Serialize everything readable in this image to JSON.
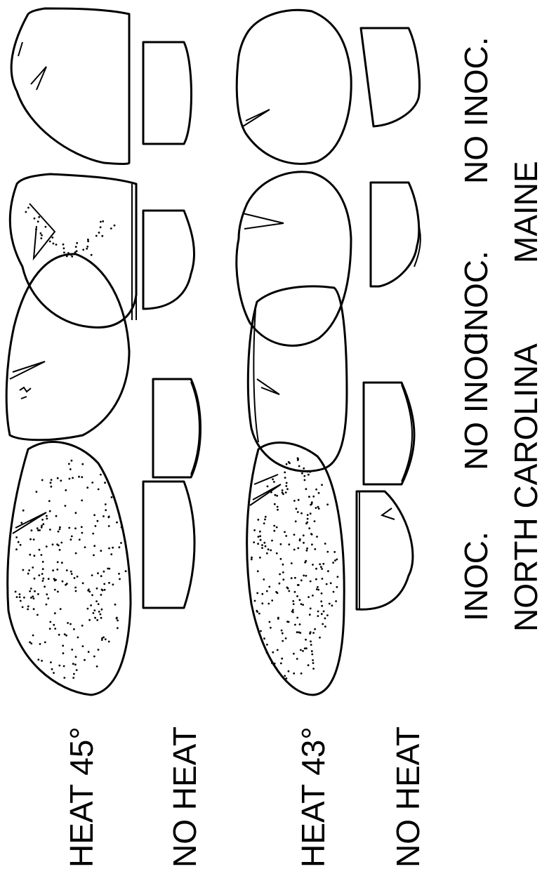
{
  "labels": {
    "heat45": "HEAT 45°",
    "noheat1": "NO HEAT",
    "heat43": "HEAT 43°",
    "noheat2": "NO HEAT",
    "inoc1": "INOC.",
    "noinoc1": "NO INOC.",
    "inoc2": "INOC.",
    "noinoc2": "NO INOC.",
    "northcarolina": "NORTH CAROLINA",
    "maine": "MAINE"
  },
  "colors": {
    "ink": "#000000",
    "background": "#ffffff"
  }
}
